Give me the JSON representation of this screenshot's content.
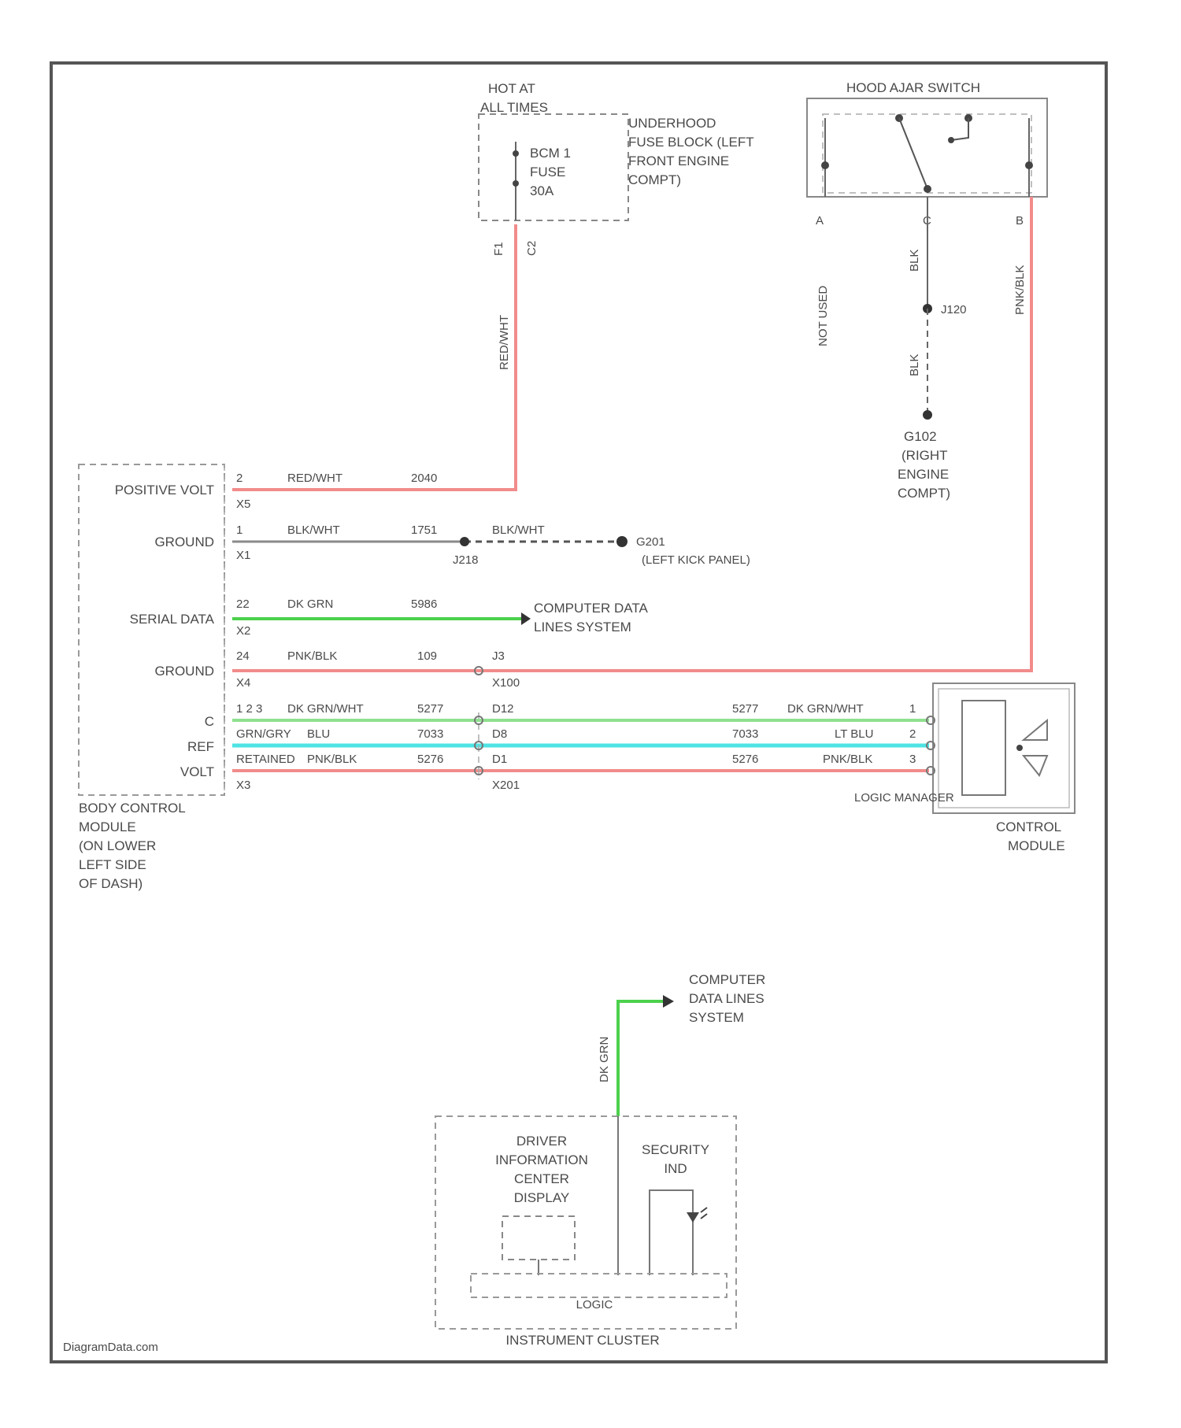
{
  "fuse": {
    "hot_line1": "HOT AT",
    "hot_line2": "ALL TIMES",
    "fuse_line1": "BCM 1",
    "fuse_line2": "FUSE",
    "fuse_line3": "30A",
    "block_line1": "UNDERHOOD",
    "block_line2": "FUSE BLOCK (LEFT",
    "block_line3": "FRONT ENGINE",
    "block_line4": "COMPT)",
    "pin1": "F1",
    "pin2": "C2",
    "wire_color": "RED/WHT"
  },
  "hood_switch": {
    "title": "HOOD AJAR SWITCH",
    "pin_a": "A",
    "pin_c": "C",
    "pin_b": "B",
    "not_used": "NOT USED",
    "wire_c": "BLK",
    "splice": "J120",
    "wire_c2": "BLK",
    "ground_line1": "G102",
    "ground_line2": "(RIGHT",
    "ground_line3": "ENGINE",
    "ground_line4": "COMPT)",
    "wire_b": "PNK/BLK"
  },
  "bcm": {
    "positive_volt": "POSITIVE VOLT",
    "ground1": "GROUND",
    "serial_data": "SERIAL DATA",
    "ground2": "GROUND",
    "row_c": "C",
    "row_ref": "REF",
    "row_volt": "VOLT",
    "name_line1": "BODY CONTROL",
    "name_line2": "MODULE",
    "name_line3": "(ON LOWER",
    "name_line4": "LEFT SIDE",
    "name_line5": "OF DASH)"
  },
  "wires": {
    "pv_pin": "2",
    "pv_conn": "X5",
    "pv_color": "RED/WHT",
    "pv_circuit": "2040",
    "g1_pin": "1",
    "g1_conn": "X1",
    "g1_color": "BLK/WHT",
    "g1_circuit": "1751",
    "g1_splice": "J218",
    "g1_color2": "BLK/WHT",
    "g1_ground": "G201",
    "g1_ground_loc": "(LEFT KICK PANEL)",
    "sd_pin": "22",
    "sd_conn": "X2",
    "sd_color": "DK GRN",
    "sd_circuit": "5986",
    "sd_dest1": "COMPUTER DATA",
    "sd_dest2": "LINES SYSTEM",
    "g2_pin": "24",
    "g2_conn": "X4",
    "g2_color": "PNK/BLK",
    "g2_circuit": "109",
    "g2_inline": "J3",
    "g2_inline_conn": "X100",
    "c_pins": "1 2 3",
    "c_color": "DK GRN/WHT",
    "c_circuit": "5277",
    "c_inline": "D12",
    "c_circuit2": "5277",
    "c_color2": "DK GRN/WHT",
    "c_pin_right": "1",
    "ref_label": "GRN/GRY",
    "ref_color": "BLU",
    "ref_circuit": "7033",
    "ref_inline": "D8",
    "ref_circuit2": "7033",
    "ref_color2": "LT BLU",
    "ref_pin_right": "2",
    "volt_label": "RETAINED",
    "volt_color": "PNK/BLK",
    "volt_circuit": "5276",
    "volt_inline": "D1",
    "volt_circuit2": "5276",
    "volt_color2": "PNK/BLK",
    "volt_pin_right": "3",
    "volt_conn": "X3",
    "volt_inline_conn": "X201"
  },
  "control_module": {
    "logic": "LOGIC MANAGER",
    "name_line1": "CONTROL",
    "name_line2": "MODULE"
  },
  "cluster": {
    "wire_color": "DK GRN",
    "dest1": "COMPUTER",
    "dest2": "DATA LINES",
    "dest3": "SYSTEM",
    "dic1": "DRIVER",
    "dic2": "INFORMATION",
    "dic3": "CENTER",
    "dic4": "DISPLAY",
    "sec1": "SECURITY",
    "sec2": "IND",
    "logic": "LOGIC",
    "name": "INSTRUMENT CLUSTER"
  },
  "watermark": "DiagramData.com",
  "colors": {
    "red_wire": "#f28b8b",
    "green_wire": "#4cd14c",
    "cyan_wire": "#4fe3e3",
    "gray_wire": "#8a8a8a",
    "light_green_wire": "#8fe08f",
    "frame": "#555555"
  }
}
